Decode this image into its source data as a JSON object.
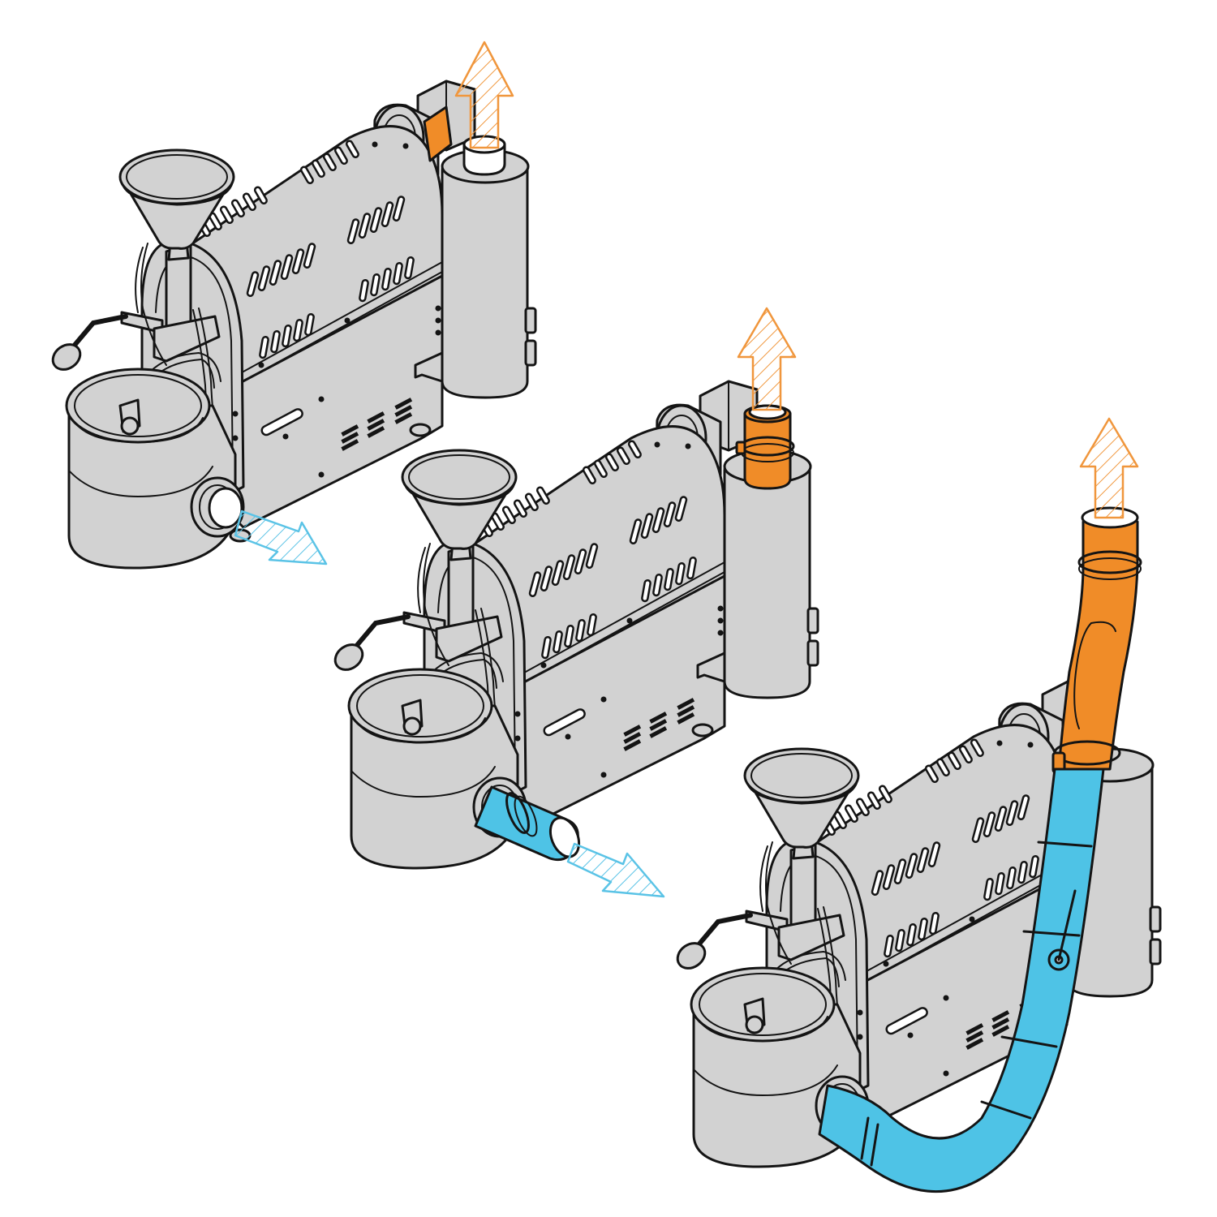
{
  "colors": {
    "background": "#ffffff",
    "machine_body": "#d2d2d2",
    "outline": "#141414",
    "exhaust_orange": "#f08c28",
    "intake_blue": "#4ec3e6",
    "arrow_orange": "#f0963c",
    "arrow_blue": "#5ac3e6"
  },
  "diagram": {
    "machines": [
      {
        "id": "machine-1",
        "exhaust_duct": "short-orange-collar",
        "intake_duct": "none",
        "arrows": [
          "exhaust-up-orange",
          "intake-out-blue"
        ]
      },
      {
        "id": "machine-2",
        "exhaust_duct": "orange-collar-with-clamp",
        "intake_duct": "short-blue-pipe",
        "arrows": [
          "exhaust-up-orange",
          "intake-out-blue"
        ]
      },
      {
        "id": "machine-3",
        "exhaust_duct": "long-orange-pipe",
        "intake_duct": "curved-blue-pipe-to-exhaust",
        "arrows": [
          "exhaust-up-orange"
        ]
      }
    ]
  }
}
